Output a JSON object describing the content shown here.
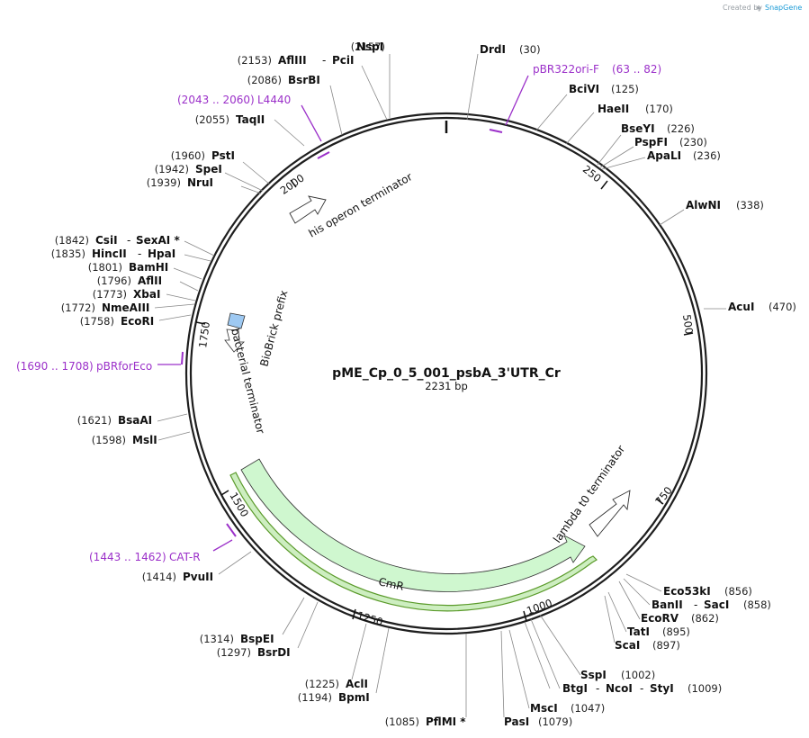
{
  "credit": {
    "prefix": "Created by",
    "brand": "SnapGene"
  },
  "plasmid": {
    "name": "pME_Cp_0_5_001_psbA_3'UTR_Cr",
    "length": "2231 bp"
  },
  "ticks": [
    "250",
    "500",
    "750",
    "1000",
    "1250",
    "1500",
    "1750",
    "2000"
  ],
  "sites": [
    {
      "pos": "(2157)",
      "name": "NspI"
    },
    {
      "pos": "(2153)",
      "name": "AflIII",
      "name2": "PciI"
    },
    {
      "pos": "(2086)",
      "name": "BsrBI"
    },
    {
      "pos": "(2055)",
      "name": "TaqII"
    },
    {
      "pos": "(1960)",
      "name": "PstI"
    },
    {
      "pos": "(1942)",
      "name": "SpeI"
    },
    {
      "pos": "(1939)",
      "name": "NruI"
    },
    {
      "pos": "(1842)",
      "name": "CsiI",
      "name2": "SexAI *"
    },
    {
      "pos": "(1835)",
      "name": "HincII",
      "name2": "HpaI"
    },
    {
      "pos": "(1801)",
      "name": "BamHI"
    },
    {
      "pos": "(1796)",
      "name": "AflII"
    },
    {
      "pos": "(1773)",
      "name": "XbaI"
    },
    {
      "pos": "(1772)",
      "name": "NmeAIII"
    },
    {
      "pos": "(1758)",
      "name": "EcoRI"
    },
    {
      "pos": "(1621)",
      "name": "BsaAI"
    },
    {
      "pos": "(1598)",
      "name": "MslI"
    },
    {
      "pos": "(1414)",
      "name": "PvuII"
    },
    {
      "pos": "(1314)",
      "name": "BspEI"
    },
    {
      "pos": "(1297)",
      "name": "BsrDI"
    },
    {
      "pos": "(1225)",
      "name": "AclI"
    },
    {
      "pos": "(1194)",
      "name": "BpmI"
    },
    {
      "pos": "(1085)",
      "name": "PflMI *"
    },
    {
      "pos": "(1079)",
      "name": "PasI"
    },
    {
      "pos": "(1047)",
      "name": "MscI"
    },
    {
      "pos": "(1009)",
      "name": "BtgI",
      "name2": "NcoI",
      "name3": "StyI"
    },
    {
      "pos": "(1002)",
      "name": "SspI"
    },
    {
      "pos": "(30)",
      "name": "DrdI"
    },
    {
      "pos": "(125)",
      "name": "BciVI"
    },
    {
      "pos": "(170)",
      "name": "HaeII"
    },
    {
      "pos": "(226)",
      "name": "BseYI"
    },
    {
      "pos": "(230)",
      "name": "PspFI"
    },
    {
      "pos": "(236)",
      "name": "ApaLI"
    },
    {
      "pos": "(338)",
      "name": "AlwNI"
    },
    {
      "pos": "(470)",
      "name": "AcuI"
    },
    {
      "pos": "(856)",
      "name": "Eco53kI"
    },
    {
      "pos": "(858)",
      "name": "BanII",
      "name2": "SacI"
    },
    {
      "pos": "(862)",
      "name": "EcoRV"
    },
    {
      "pos": "(895)",
      "name": "TatI"
    },
    {
      "pos": "(897)",
      "name": "ScaI"
    }
  ],
  "primers": [
    {
      "name": "pBR322ori-F",
      "range": "(63 .. 82)"
    },
    {
      "name": "L4440",
      "range": "(2043 .. 2060)"
    },
    {
      "name": "pBRforEco",
      "range": "(1690 .. 1708)"
    },
    {
      "name": "CAT-R",
      "range": "(1443 .. 1462)"
    }
  ],
  "features": [
    {
      "name": "his operon terminator"
    },
    {
      "name": "BioBrick prefix"
    },
    {
      "name": "bacterial terminator"
    },
    {
      "name": "CmR"
    },
    {
      "name": "lambda t0 terminator"
    }
  ],
  "colors": {
    "primer": "#9b30c9",
    "cds_fill": "#cff7cf",
    "cds_outline": "#5a9a2a",
    "prefix_fill": "#9ec9f2",
    "brand": "#1a9ad6"
  }
}
